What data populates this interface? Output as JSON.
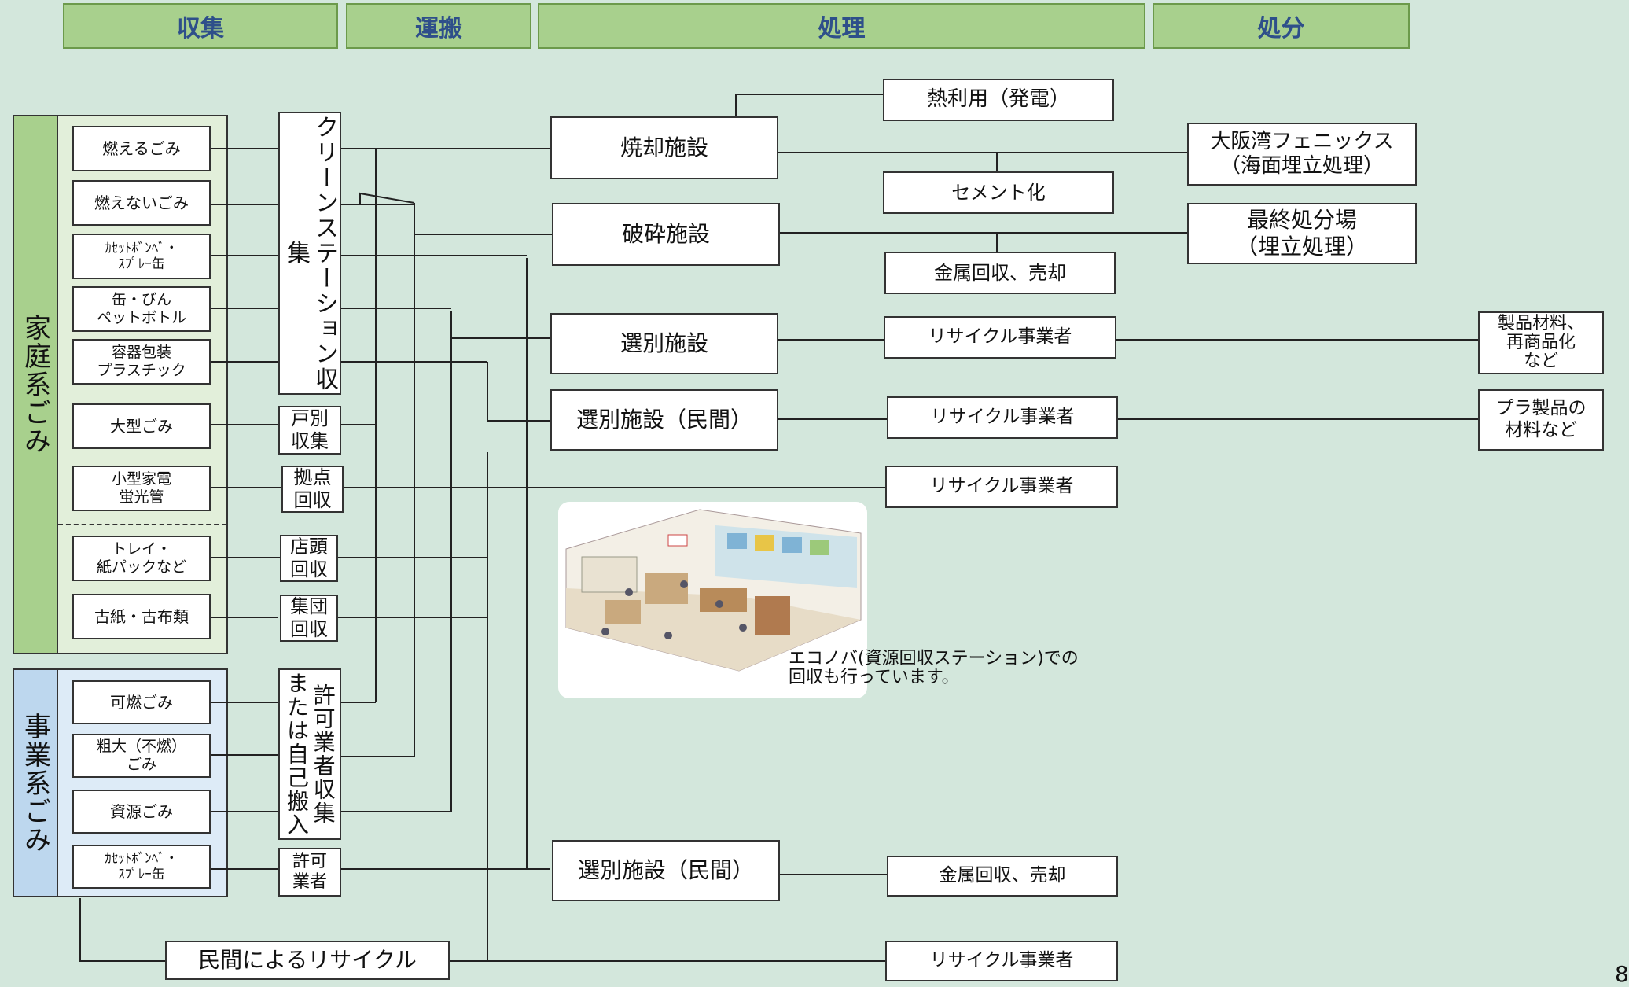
{
  "stages": {
    "collect": "収集",
    "transport": "運搬",
    "process": "処理",
    "dispose": "処分"
  },
  "categories": {
    "household": "家庭系ごみ",
    "business": "事業系ごみ"
  },
  "household_items": {
    "burnable": "燃えるごみ",
    "nonburnable": "燃えないごみ",
    "cassette": "ｶｾｯﾄﾎﾞﾝﾍﾞ・\nｽﾌﾟﾚｰ缶",
    "cans": "缶・びん\nペットボトル",
    "plastic": "容器包装\nプラスチック",
    "bulky": "大型ごみ",
    "small_appliance": "小型家電\n蛍光管",
    "tray": "トレイ・\n紙パックなど",
    "paper": "古紙・古布類"
  },
  "business_items": {
    "burnable": "可燃ごみ",
    "bulky": "粗大（不燃）\nごみ",
    "resource": "資源ごみ",
    "cassette": "ｶｾｯﾄﾎﾞﾝﾍﾞ・\nｽﾌﾟﾚｰ缶"
  },
  "transport": {
    "clean_station": "クリーンステーション収集",
    "individual": "戸別\n収集",
    "base": "拠点\n回収",
    "store": "店頭\n回収",
    "group": "集団\n回収",
    "licensed_self_col1": "許可業者収集",
    "licensed_self_col2": "または自己搬入",
    "licensed": "許可\n業者",
    "private_recycle": "民間によるリサイクル"
  },
  "processing": {
    "incineration": "焼却施設",
    "crushing": "破砕施設",
    "sorting": "選別施設",
    "sorting_private": "選別施設（民間）",
    "sorting_private_biz": "選別施設（民間）"
  },
  "outputs": {
    "heat": "熱利用（発電）",
    "cement": "セメント化",
    "metal": "金属回収、売却",
    "recycler1": "リサイクル事業者",
    "recycler2": "リサイクル事業者",
    "recycler3": "リサイクル事業者",
    "metal_biz": "金属回収、売却",
    "recycler4": "リサイクル事業者"
  },
  "disposal": {
    "phoenix": "大阪湾フェニックス\n（海面埋立処理）",
    "landfill": "最終処分場\n（埋立処理）",
    "products": "製品材料、\n再商品化\nなど",
    "plastic_products": "プラ製品の\n材料など"
  },
  "caption": "エコノバ(資源回収ステーション)での\n回収も行っています。",
  "page_number": "8",
  "colors": {
    "stage_fill": "#a8d08d",
    "stage_text": "#2e4f8a",
    "background": "#d3e7dc",
    "household_fill": "#a8d08d",
    "household_inner": "#e2efda",
    "business_fill": "#bdd7ee",
    "business_inner": "#ddebf7"
  }
}
